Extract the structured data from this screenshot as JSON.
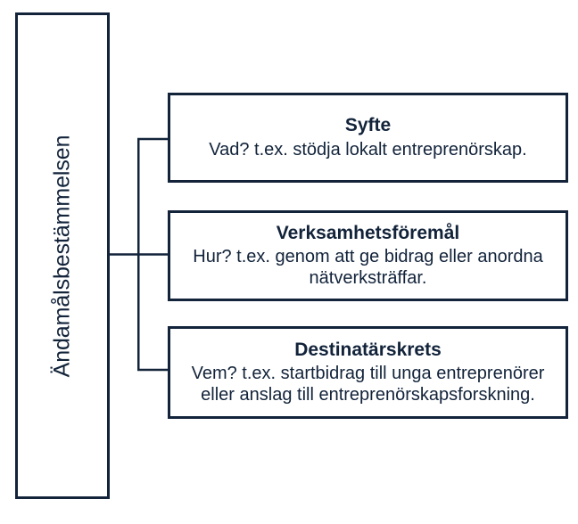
{
  "diagram": {
    "type": "hierarchy-tree",
    "orientation": "left-root-to-right-children",
    "line_color": "#12233a",
    "background_color": "#ffffff",
    "root": {
      "label": "Ändamålsbestämmelsen",
      "orientation": "vertical-rotated-90ccw"
    },
    "branches": [
      {
        "title": "Syfte",
        "description": "Vad? t.ex. stödja lokalt entreprenörskap."
      },
      {
        "title": "Verksamhetsföremål",
        "description": "Hur? t.ex. genom att ge bidrag eller anordna nätverksträffar."
      },
      {
        "title": "Destinatärskrets",
        "description": "Vem? t.ex. startbidrag till unga entreprenörer eller anslag till entreprenörskapsforskning."
      }
    ]
  }
}
